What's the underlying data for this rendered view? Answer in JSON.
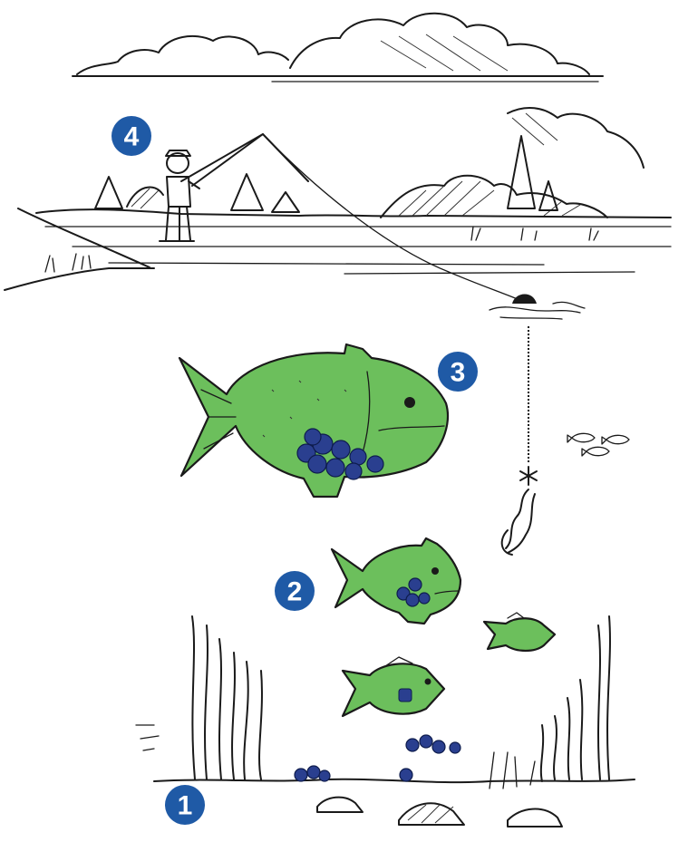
{
  "colors": {
    "fish_fill": "#6cbf5c",
    "egg_fill": "#2a3f8f",
    "badge_fill": "#1f5aa6",
    "ink": "#1a1a1a"
  },
  "badges": [
    {
      "label": "1"
    },
    {
      "label": "2"
    },
    {
      "label": "3"
    },
    {
      "label": "4"
    }
  ],
  "icons": {
    "fisherman": "fisherman-icon",
    "bobber": "bobber-icon",
    "hook": "worm-hook-icon",
    "cloud": "cloud-icon",
    "tree": "tree-icon",
    "seaweed": "seaweed-icon"
  }
}
